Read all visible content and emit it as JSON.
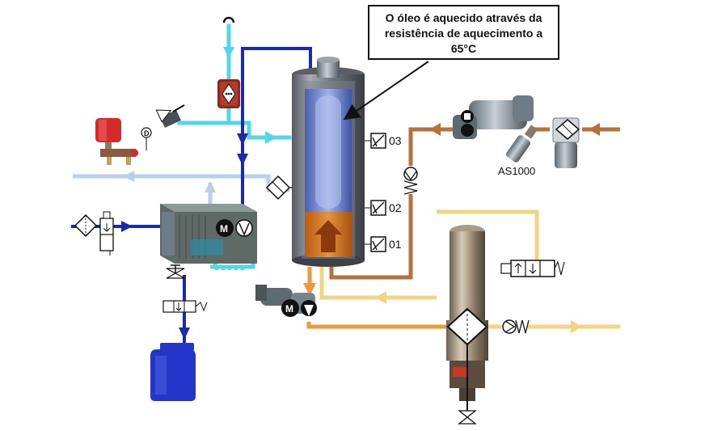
{
  "callout": {
    "text": "O óleo é aquecido através da resistência de aquecimento a 65°C"
  },
  "sensors": [
    {
      "label": "03"
    },
    {
      "label": "02"
    },
    {
      "label": "01"
    }
  ],
  "motor_label": "M",
  "sensor_d_label": "D",
  "filter_label": "AS1000",
  "colors": {
    "cold_water": "#53d6e6",
    "return_water": "#b8d0ec",
    "hot_water": "#1a2aa8",
    "oil_feed": "#b5713e",
    "oil_output": "#e89a3c",
    "oil_clean": "#f2d582",
    "tank_oil": "#d57b25",
    "container": "#2436c8"
  }
}
